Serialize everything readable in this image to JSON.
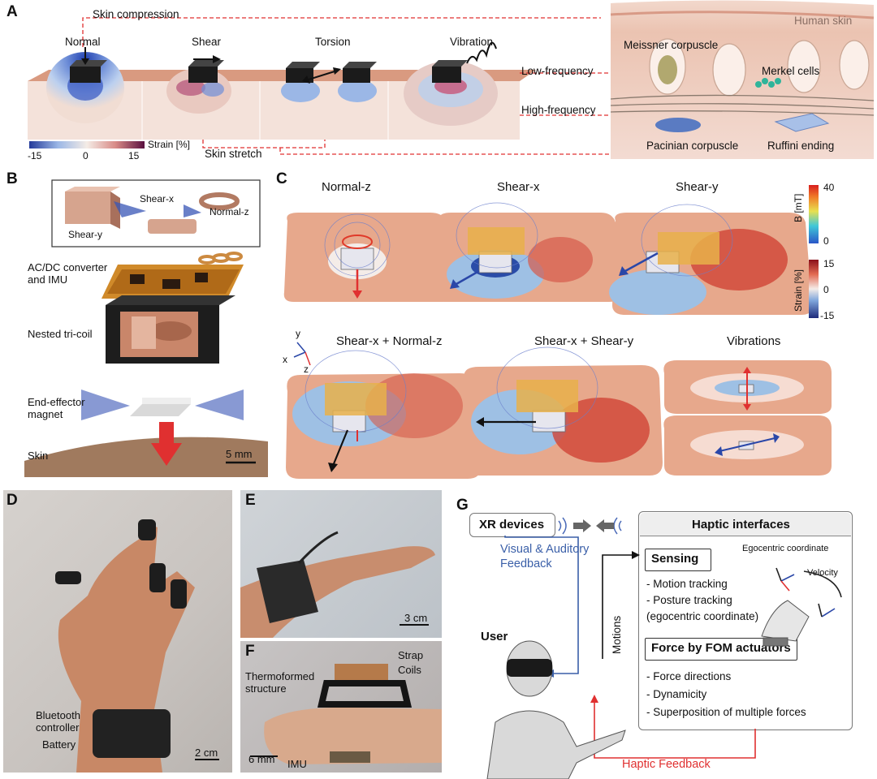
{
  "panels": {
    "A": "A",
    "B": "B",
    "C": "C",
    "D": "D",
    "E": "E",
    "F": "F",
    "G": "G"
  },
  "panel_a": {
    "skin_compression": "Skin compression",
    "skin_stretch": "Skin stretch",
    "stimuli": [
      "Normal",
      "Shear",
      "Torsion",
      "Vibration"
    ],
    "colorbar": {
      "ticks": [
        "-15",
        "0",
        "15"
      ],
      "label": "Strain [%]"
    },
    "low_frequency": "Low-frequency",
    "high_frequency": "High-frequency",
    "human_skin": "Human skin",
    "meissner": "Meissner corpuscle",
    "merkel": "Merkel cells",
    "pacinian": "Pacinian corpuscle",
    "ruffini": "Ruffini ending"
  },
  "panel_b": {
    "shear_x": "Shear-x",
    "shear_y": "Shear-y",
    "normal_z": "Normal-z",
    "acdc": "AC/DC converter\nand IMU",
    "tricoil": "Nested tri-coil",
    "magnet": "End-effector\nmagnet",
    "skin": "Skin",
    "scale": "5 mm"
  },
  "panel_c": {
    "titles": [
      "Normal-z",
      "Shear-x",
      "Shear-y",
      "Shear-x + Normal-z",
      "Shear-x + Shear-y",
      "Vibrations"
    ],
    "b_ticks": [
      "40",
      "0"
    ],
    "b_label": "B [mT]",
    "strain_ticks": [
      "15",
      "0",
      "-15"
    ],
    "strain_label": "Strain [%]",
    "axes": {
      "x": "x",
      "y": "y",
      "z": "z"
    }
  },
  "panel_d": {
    "bluetooth": "Bluetooth\ncontroller",
    "battery": "Battery",
    "scale": "2 cm"
  },
  "panel_e": {
    "scale": "3 cm"
  },
  "panel_f": {
    "strap": "Strap",
    "coils": "Coils",
    "thermo": "Thermoformed\nstructure",
    "imu": "IMU",
    "scale": "6 mm"
  },
  "panel_g": {
    "xr": "XR devices",
    "haptic_interfaces": "Haptic interfaces",
    "visual_feedback": "Visual & Auditory\nFeedback",
    "sensing": "Sensing",
    "sensing_items": [
      "- Motion tracking",
      "- Posture tracking",
      "(egocentric coordinate)"
    ],
    "ego": "Egocentric coordinate",
    "velocity": "Velocity",
    "force_title": "Force by FOM actuators",
    "force_items": [
      "- Force directions",
      "- Dynamicity",
      "- Superposition of multiple forces"
    ],
    "user": "User",
    "motions": "Motions",
    "haptic_feedback": "Haptic Feedback"
  },
  "colors": {
    "skin": "#e0a58a",
    "red_arrow": "#e03030",
    "blue_text": "#3a5fa8",
    "dashed": "#e03030"
  }
}
